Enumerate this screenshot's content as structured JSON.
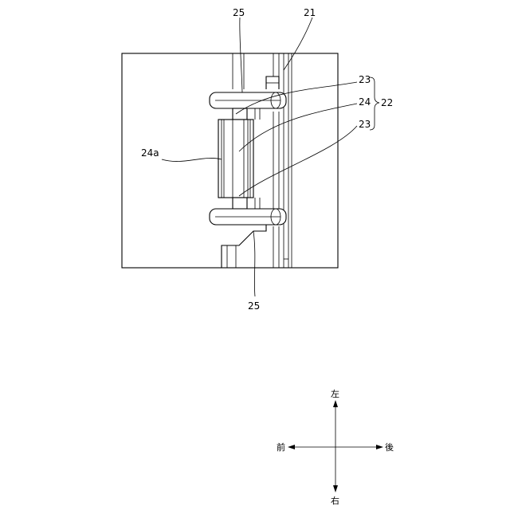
{
  "labels": {
    "top_left_25": "25",
    "frame_21": "21",
    "upper_23": "23",
    "roller_24": "24",
    "group_22": "22",
    "lower_23": "23",
    "shaft_24a": "24a",
    "bottom_25": "25"
  },
  "directions": {
    "up": "左",
    "down": "右",
    "left": "前",
    "right": "後"
  }
}
